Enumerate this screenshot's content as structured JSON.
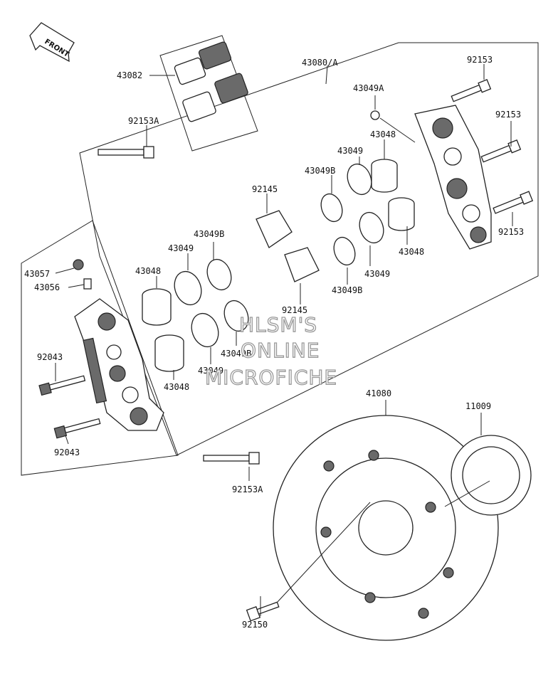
{
  "front_indicator": "FRONT",
  "watermark": [
    "HLSM'S",
    "ONLINE",
    "MICROFICHE"
  ],
  "labels": {
    "p43082": "43082",
    "p43080a": "43080/A",
    "p92153_1": "92153",
    "p43049a": "43049A",
    "p92153_2": "92153",
    "p92153a_top": "92153A",
    "p43048_r1": "43048",
    "p43049_r1": "43049",
    "p43049b_r1": "43049B",
    "p92145_top": "92145",
    "p92153_3": "92153",
    "p43048_r2": "43048",
    "p43049_r2": "43049",
    "p43049b_r2": "43049B",
    "p43049b_l1": "43049B",
    "p43049_l1": "43049",
    "p43057": "43057",
    "p43048_l1": "43048",
    "p43056": "43056",
    "p92145_bot": "92145",
    "p92043_1": "92043",
    "p43049b_l2": "43049B",
    "p43049_l2": "43049",
    "p43048_l2": "43048",
    "p41080": "41080",
    "p11009": "11009",
    "p92043_2": "92043",
    "p92153a_bot": "92153A",
    "p92150": "92150"
  }
}
